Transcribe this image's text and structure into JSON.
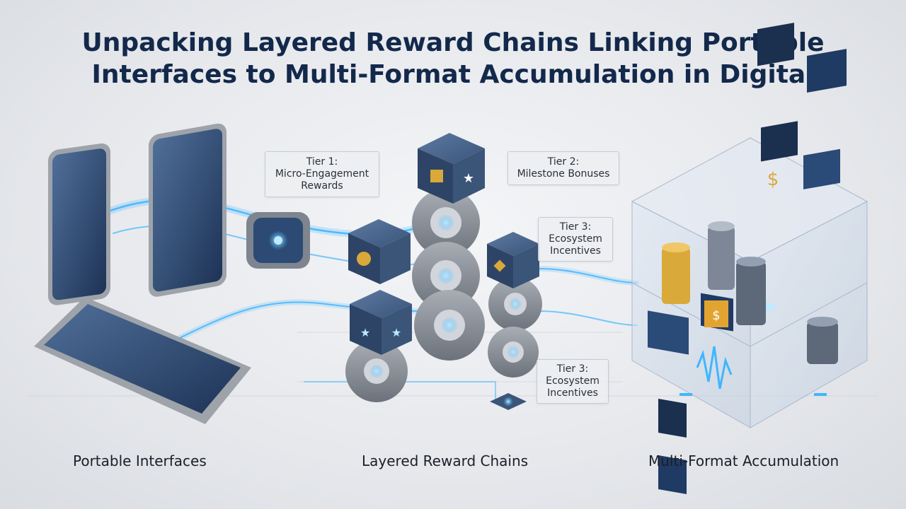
{
  "title": {
    "line1": "Unpacking Layered Reward Chains Linking Portable",
    "line2": "Interfaces to Multi-Format Accumulation in Digital"
  },
  "tiers": [
    {
      "lines": [
        "Tier 1:",
        "Micro-Engagement",
        "Rewards"
      ]
    },
    {
      "lines": [
        "Tier 2:",
        "Milestone Bonuses"
      ]
    },
    {
      "lines": [
        "Tier 3:",
        "Ecosystem",
        "Incentives"
      ]
    },
    {
      "lines": [
        "Tier 3:",
        "Ecosystem",
        "Incentives"
      ]
    }
  ],
  "sections": {
    "portable": "Portable Interfaces",
    "chains": "Layered Reward Chains",
    "accumulation": "Multi-Format Accumulation"
  },
  "colors": {
    "title": "#13294b",
    "glow": "#3fb6ff",
    "device_screen": "#2c4a73",
    "cube_face": "#2e4466",
    "gear": "#8a9099",
    "coin_gold": "#d9a93a"
  },
  "icons": [
    "dollar-icon",
    "star-icon",
    "play-icon",
    "smartwatch-icon"
  ]
}
